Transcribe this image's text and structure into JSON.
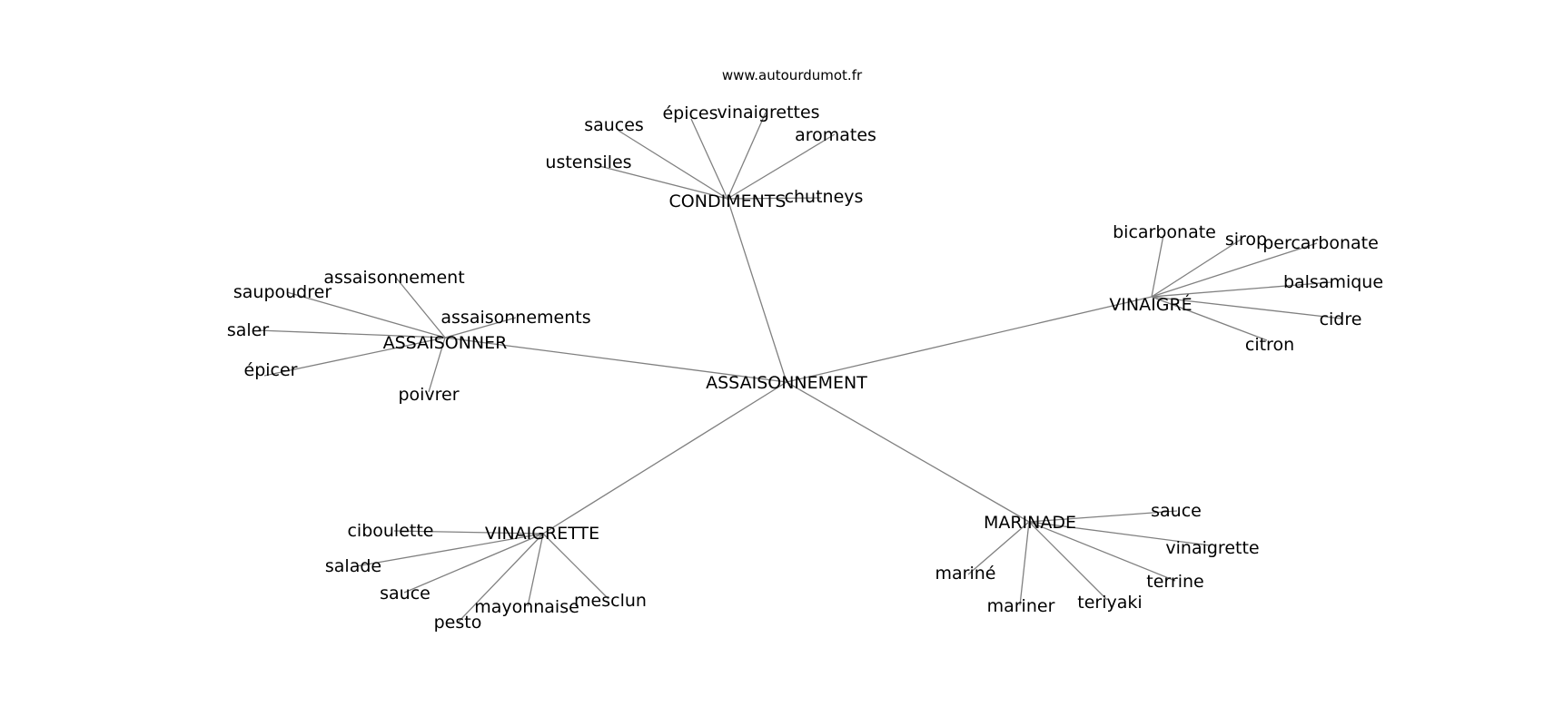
{
  "source": "www.autourdumot.fr",
  "center": "ASSAISONNEMENT",
  "clusters": [
    {
      "hub": "CONDIMENTS",
      "leaves": [
        "sauces",
        "épices",
        "vinaigrettes",
        "aromates",
        "ustensiles",
        "chutneys"
      ]
    },
    {
      "hub": "VINAIGRÉ",
      "leaves": [
        "bicarbonate",
        "sirop",
        "percarbonate",
        "balsamique",
        "cidre",
        "citron"
      ]
    },
    {
      "hub": "ASSAISONNER",
      "leaves": [
        "assaisonnement",
        "saupoudrer",
        "assaisonnements",
        "saler",
        "épicer",
        "poivrer"
      ]
    },
    {
      "hub": "VINAIGRETTE",
      "leaves": [
        "ciboulette",
        "salade",
        "sauce",
        "mayonnaise",
        "mesclun",
        "pesto"
      ]
    },
    {
      "hub": "MARINADE",
      "leaves": [
        "sauce",
        "vinaigrette",
        "mariné",
        "terrine",
        "mariner",
        "teriyaki"
      ]
    }
  ]
}
